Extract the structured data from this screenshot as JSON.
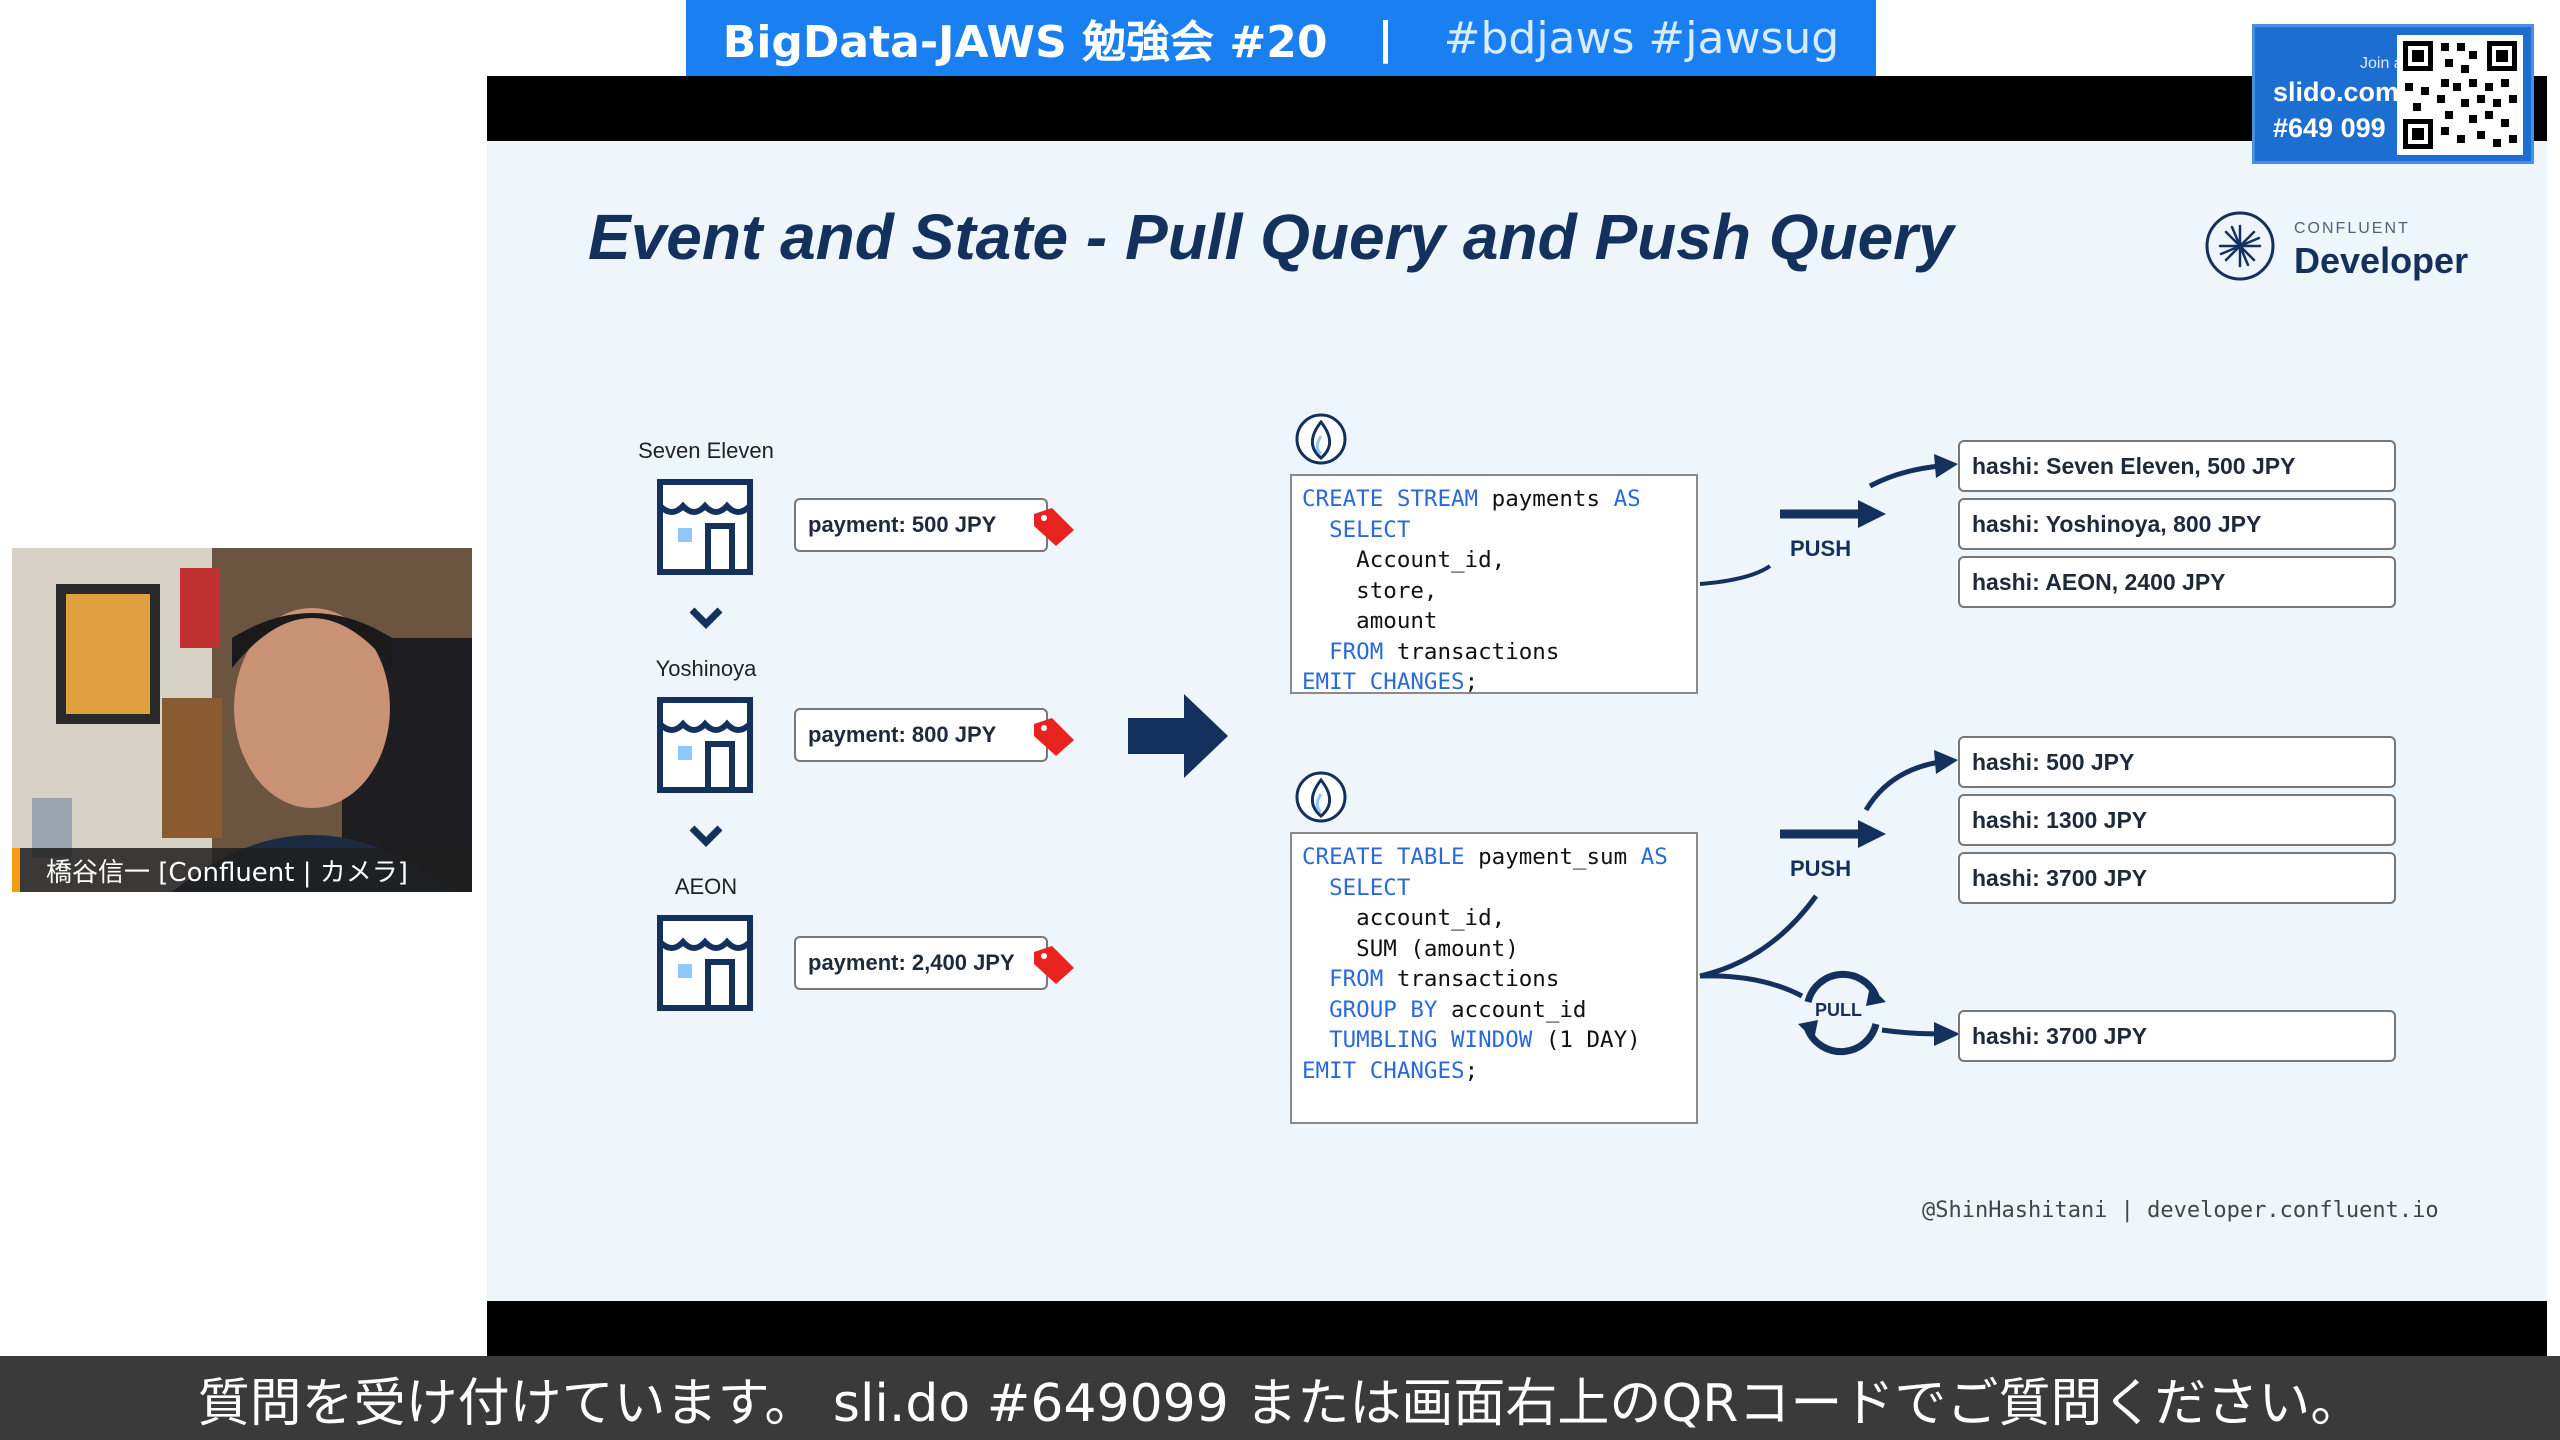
{
  "banner": {
    "title": "BigData-JAWS 勉強会 #20",
    "separator": "|",
    "hashtags": "#bdjaws #jawsug"
  },
  "slido": {
    "join_label": "Join at",
    "site": "slido.com",
    "code": "#649 099"
  },
  "webcam": {
    "name_label": "橋谷信一 [Confluent | カメラ]"
  },
  "slide": {
    "title": "Event and State - Pull Query and Push Query",
    "logo": {
      "small": "CONFLUENT",
      "big": "Developer"
    },
    "stores": [
      {
        "name": "Seven Eleven",
        "payment": "payment: 500 JPY"
      },
      {
        "name": "Yoshinoya",
        "payment": "payment: 800 JPY"
      },
      {
        "name": "AEON",
        "payment": "payment: 2,400 JPY"
      }
    ],
    "stream_query": [
      [
        [
          "CREATE STREAM ",
          "kw"
        ],
        [
          "payments ",
          ""
        ],
        [
          "AS",
          "kw"
        ]
      ],
      [
        [
          "  SELECT",
          "kw"
        ]
      ],
      [
        [
          "    Account_id,",
          ""
        ]
      ],
      [
        [
          "    store,",
          ""
        ]
      ],
      [
        [
          "    amount",
          ""
        ]
      ],
      [
        [
          "  FROM ",
          "kw"
        ],
        [
          "transactions",
          ""
        ]
      ],
      [
        [
          "EMIT CHANGES",
          "kw"
        ],
        [
          ";",
          ""
        ]
      ]
    ],
    "table_query": [
      [
        [
          "CREATE TABLE ",
          "kw"
        ],
        [
          "payment_sum ",
          ""
        ],
        [
          "AS",
          "kw"
        ]
      ],
      [
        [
          "  SELECT",
          "kw"
        ]
      ],
      [
        [
          "    account_id,",
          ""
        ]
      ],
      [
        [
          "    SUM (amount)",
          ""
        ]
      ],
      [
        [
          "  FROM ",
          "kw"
        ],
        [
          "transactions",
          ""
        ]
      ],
      [
        [
          "  GROUP BY ",
          "kw"
        ],
        [
          "account_id",
          ""
        ]
      ],
      [
        [
          "  TUMBLING WINDOW ",
          "kw"
        ],
        [
          "(1 DAY)",
          ""
        ]
      ],
      [
        [
          "EMIT CHANGES",
          "kw"
        ],
        [
          ";",
          ""
        ]
      ]
    ],
    "push_label": "PUSH",
    "pull_label": "PULL",
    "stream_outputs": [
      "hashi: Seven Eleven, 500 JPY",
      "hashi: Yoshinoya, 800 JPY",
      "hashi: AEON, 2400 JPY"
    ],
    "table_push_outputs": [
      "hashi: 500 JPY",
      "hashi: 1300 JPY",
      "hashi: 3700 JPY"
    ],
    "table_pull_output": "hashi: 3700 JPY",
    "footer": "@ShinHashitani | developer.confluent.io"
  },
  "caption": "質問を受け付けています。 sli.do #649099 または画面右上のQRコードでご質問ください。",
  "colors": {
    "banner_bg": "#1a7ff0",
    "slide_bg": "#eef5fb",
    "navy": "#14305c",
    "keyword": "#2a6ad8",
    "tag_red": "#e8231f"
  }
}
